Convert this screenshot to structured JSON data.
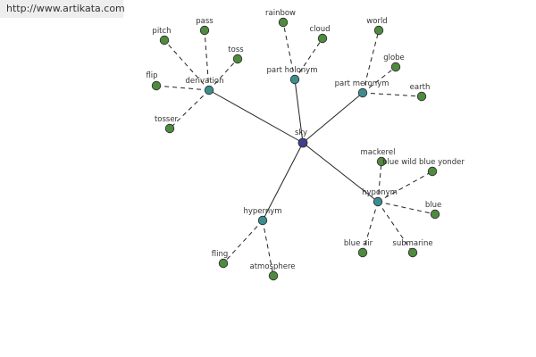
{
  "header": {
    "url": "http://www.artikata.com"
  },
  "colors": {
    "center": "#3e3f8f",
    "relation": "#3d8c8e",
    "leaf": "#4f8a3f",
    "outline": "#2a2a2a",
    "edge": "#222222"
  },
  "graph": {
    "center": {
      "id": "sky",
      "label": "sky"
    },
    "relations": [
      {
        "id": "derivation",
        "label": "derivation",
        "leaves": [
          {
            "id": "pitch",
            "label": "pitch"
          },
          {
            "id": "pass",
            "label": "pass"
          },
          {
            "id": "toss",
            "label": "toss"
          },
          {
            "id": "flip",
            "label": "flip"
          },
          {
            "id": "tosser",
            "label": "tosser"
          }
        ]
      },
      {
        "id": "part-holonym",
        "label": "part holonym",
        "leaves": [
          {
            "id": "rainbow",
            "label": "rainbow"
          },
          {
            "id": "cloud",
            "label": "cloud"
          }
        ]
      },
      {
        "id": "part-meronym",
        "label": "part meronym",
        "leaves": [
          {
            "id": "world",
            "label": "world"
          },
          {
            "id": "globe",
            "label": "globe"
          },
          {
            "id": "earth",
            "label": "earth"
          }
        ]
      },
      {
        "id": "hyponym",
        "label": "hyponym",
        "leaves": [
          {
            "id": "mackerel",
            "label": "mackerel"
          },
          {
            "id": "blue-wild-blue-yonder",
            "label": "blue wild blue yonder"
          },
          {
            "id": "blue",
            "label": "blue"
          },
          {
            "id": "blue-air",
            "label": "blue air"
          },
          {
            "id": "submarine",
            "label": "submarine"
          }
        ]
      },
      {
        "id": "hypernym",
        "label": "hypernym",
        "leaves": [
          {
            "id": "fling",
            "label": "fling"
          },
          {
            "id": "atmosphere",
            "label": "atmosphere"
          }
        ]
      }
    ]
  }
}
